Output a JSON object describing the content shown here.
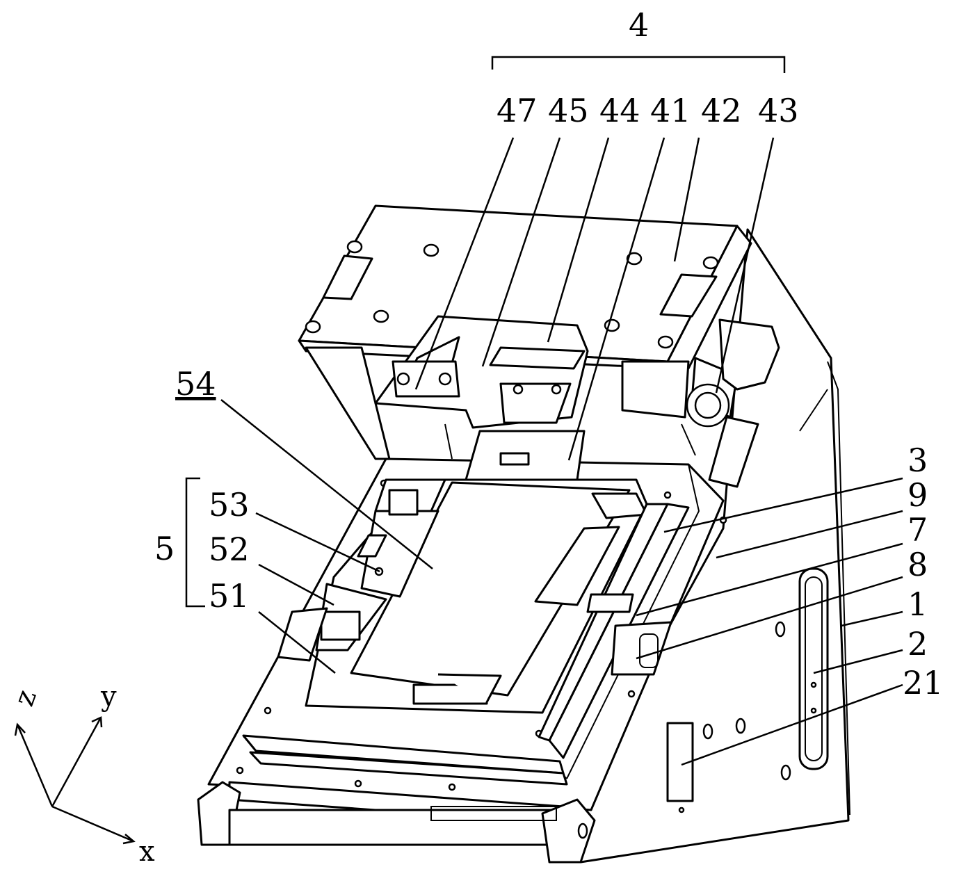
{
  "group_labels": {
    "assembly_4": "4",
    "assembly_5": "5"
  },
  "callouts": {
    "top_row": [
      "47",
      "45",
      "44",
      "41",
      "42",
      "43"
    ],
    "left_col": [
      "54",
      "53",
      "52",
      "51"
    ],
    "right_col": [
      "3",
      "9",
      "7",
      "8",
      "1",
      "2",
      "21"
    ]
  },
  "axes": {
    "z": "z",
    "y": "y",
    "x": "x"
  }
}
